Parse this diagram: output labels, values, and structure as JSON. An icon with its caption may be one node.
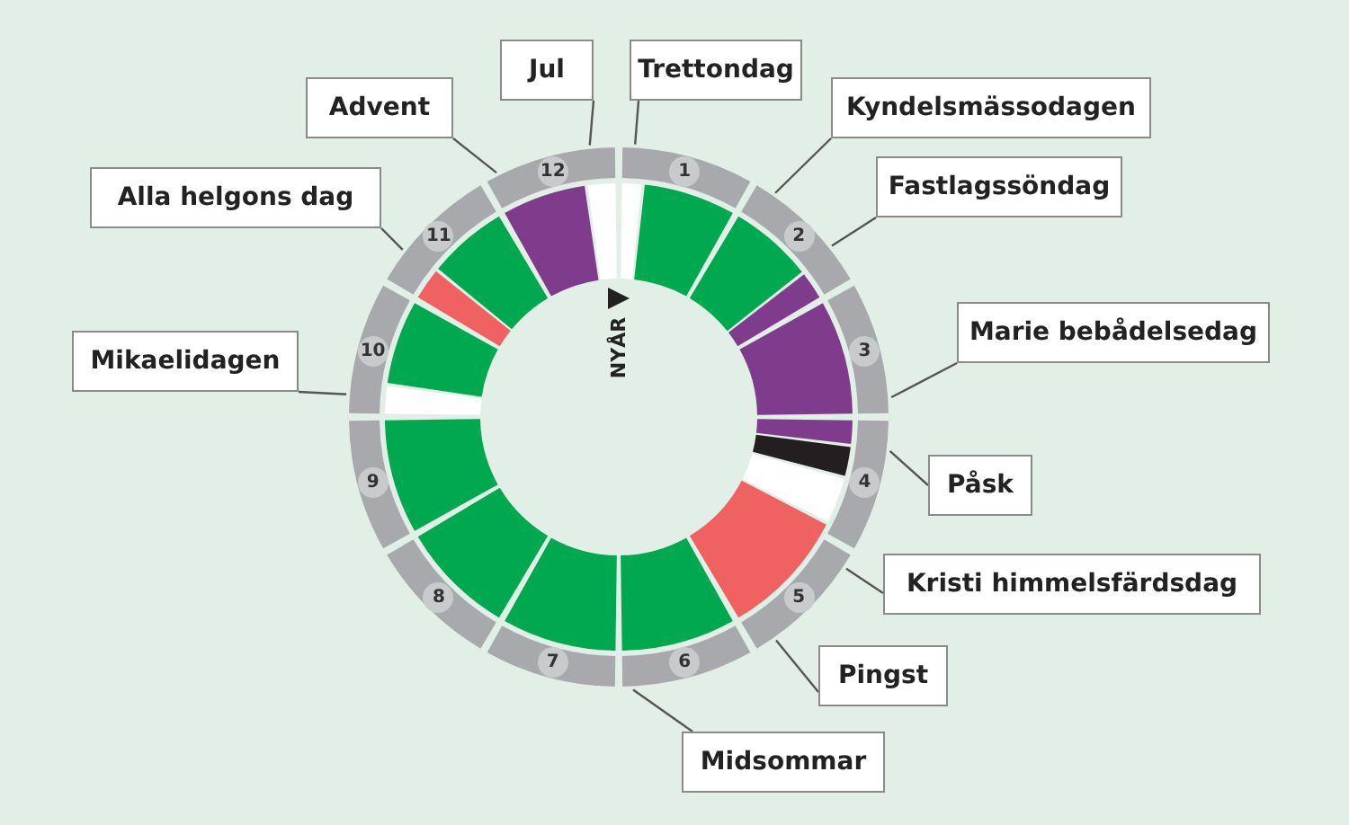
{
  "diagram": {
    "nodes": [
      {
        "text": [
          "Trettondag"
        ]
      },
      {
        "text": [
          "Kyndelsmässodagen"
        ]
      },
      {
        "text": [
          "Fastlagssöndag"
        ]
      },
      {
        "text": [
          "Marie bebådelsedag"
        ]
      },
      {
        "text": [
          "Påsk"
        ]
      },
      {
        "text": [
          "Kristi himmelsfärdsdag"
        ]
      },
      {
        "text": [
          "Pingst"
        ]
      },
      {
        "text": [
          "Midsommar"
        ]
      },
      {
        "text": [
          "Mikaelidagen"
        ]
      },
      {
        "text": [
          "Alla helgons dag"
        ]
      },
      {
        "text": [
          "Advent"
        ]
      },
      {
        "text": [
          "Jul"
        ]
      }
    ],
    "edges": [
      {
        "from": 0,
        "to": null,
        "arrow": "none"
      },
      {
        "from": 1,
        "to": null,
        "arrow": "none"
      },
      {
        "from": 2,
        "to": null,
        "arrow": "none"
      },
      {
        "from": 3,
        "to": null,
        "arrow": "none"
      },
      {
        "from": 4,
        "to": null,
        "arrow": "none"
      },
      {
        "from": 5,
        "to": null,
        "arrow": "none"
      },
      {
        "from": 6,
        "to": null,
        "arrow": "none"
      },
      {
        "from": 7,
        "to": null,
        "arrow": "none"
      },
      {
        "from": 8,
        "to": null,
        "arrow": "none"
      },
      {
        "from": 9,
        "to": null,
        "arrow": "none"
      },
      {
        "from": 10,
        "to": null,
        "arrow": "none"
      },
      {
        "from": 11,
        "to": null,
        "arrow": "none"
      }
    ],
    "labels": [
      "1",
      "2",
      "3",
      "4",
      "5",
      "6",
      "7",
      "8",
      "9",
      "10",
      "11",
      "12",
      "NYÅR"
    ]
  }
}
